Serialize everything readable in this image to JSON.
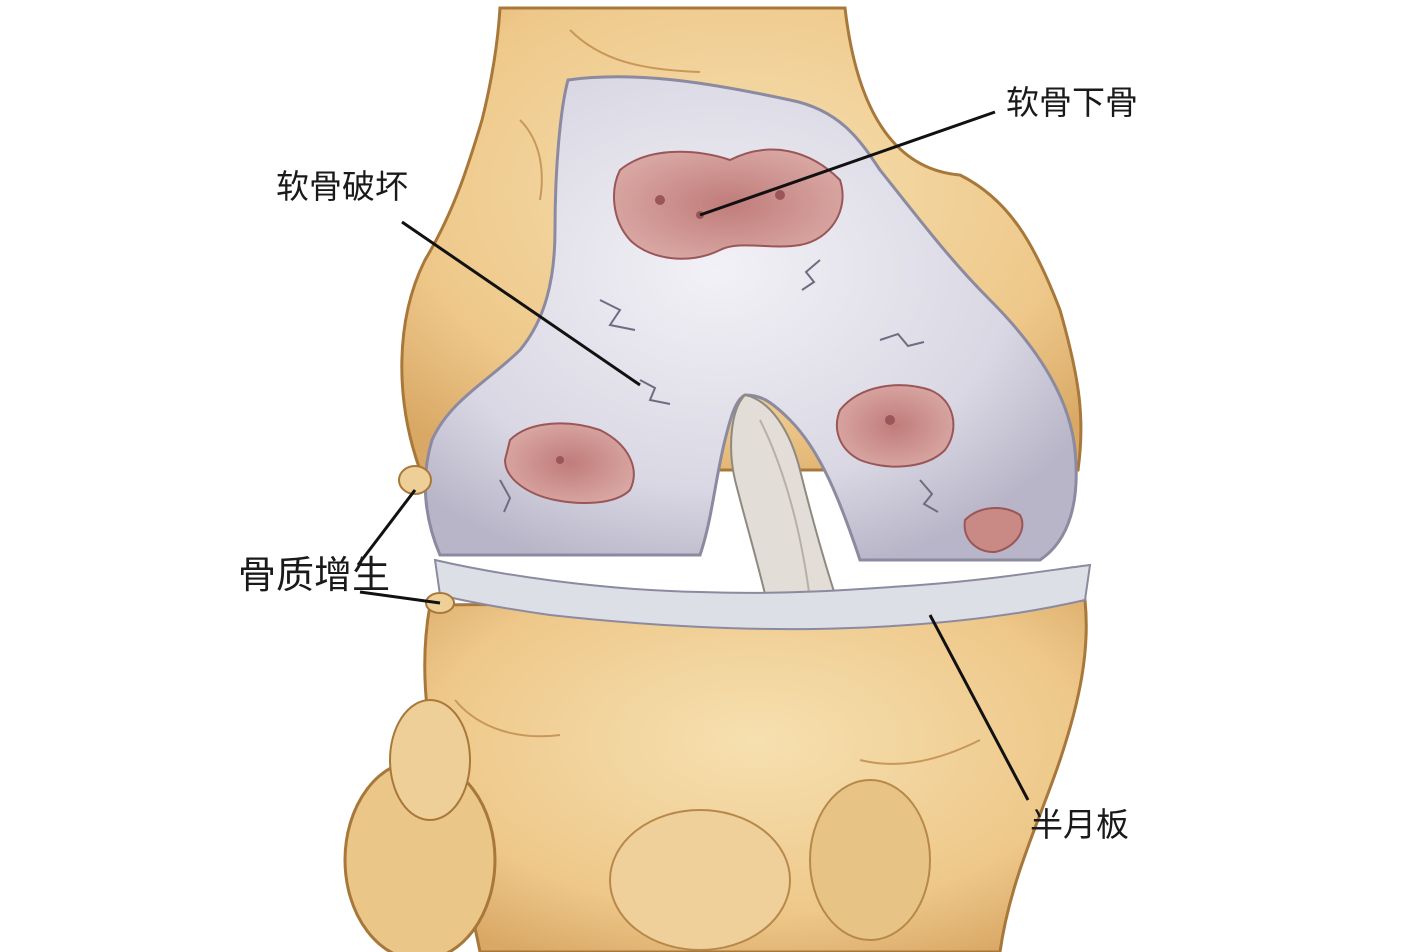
{
  "labels": {
    "subchondral_bone": "软骨下骨",
    "cartilage_damage": "软骨破坏",
    "osteophyte": "骨质增生",
    "meniscus": "半月板"
  },
  "colors": {
    "bone": "#f0cf96",
    "bone_shadow": "#d9a865",
    "bone_outline": "#a8783a",
    "cartilage": "#d8d6e2",
    "cartilage_light": "#ecebf2",
    "lesion": "#c98a86",
    "lesion_dark": "#9a5658",
    "leader_line": "#111111",
    "background": "#ffffff"
  }
}
